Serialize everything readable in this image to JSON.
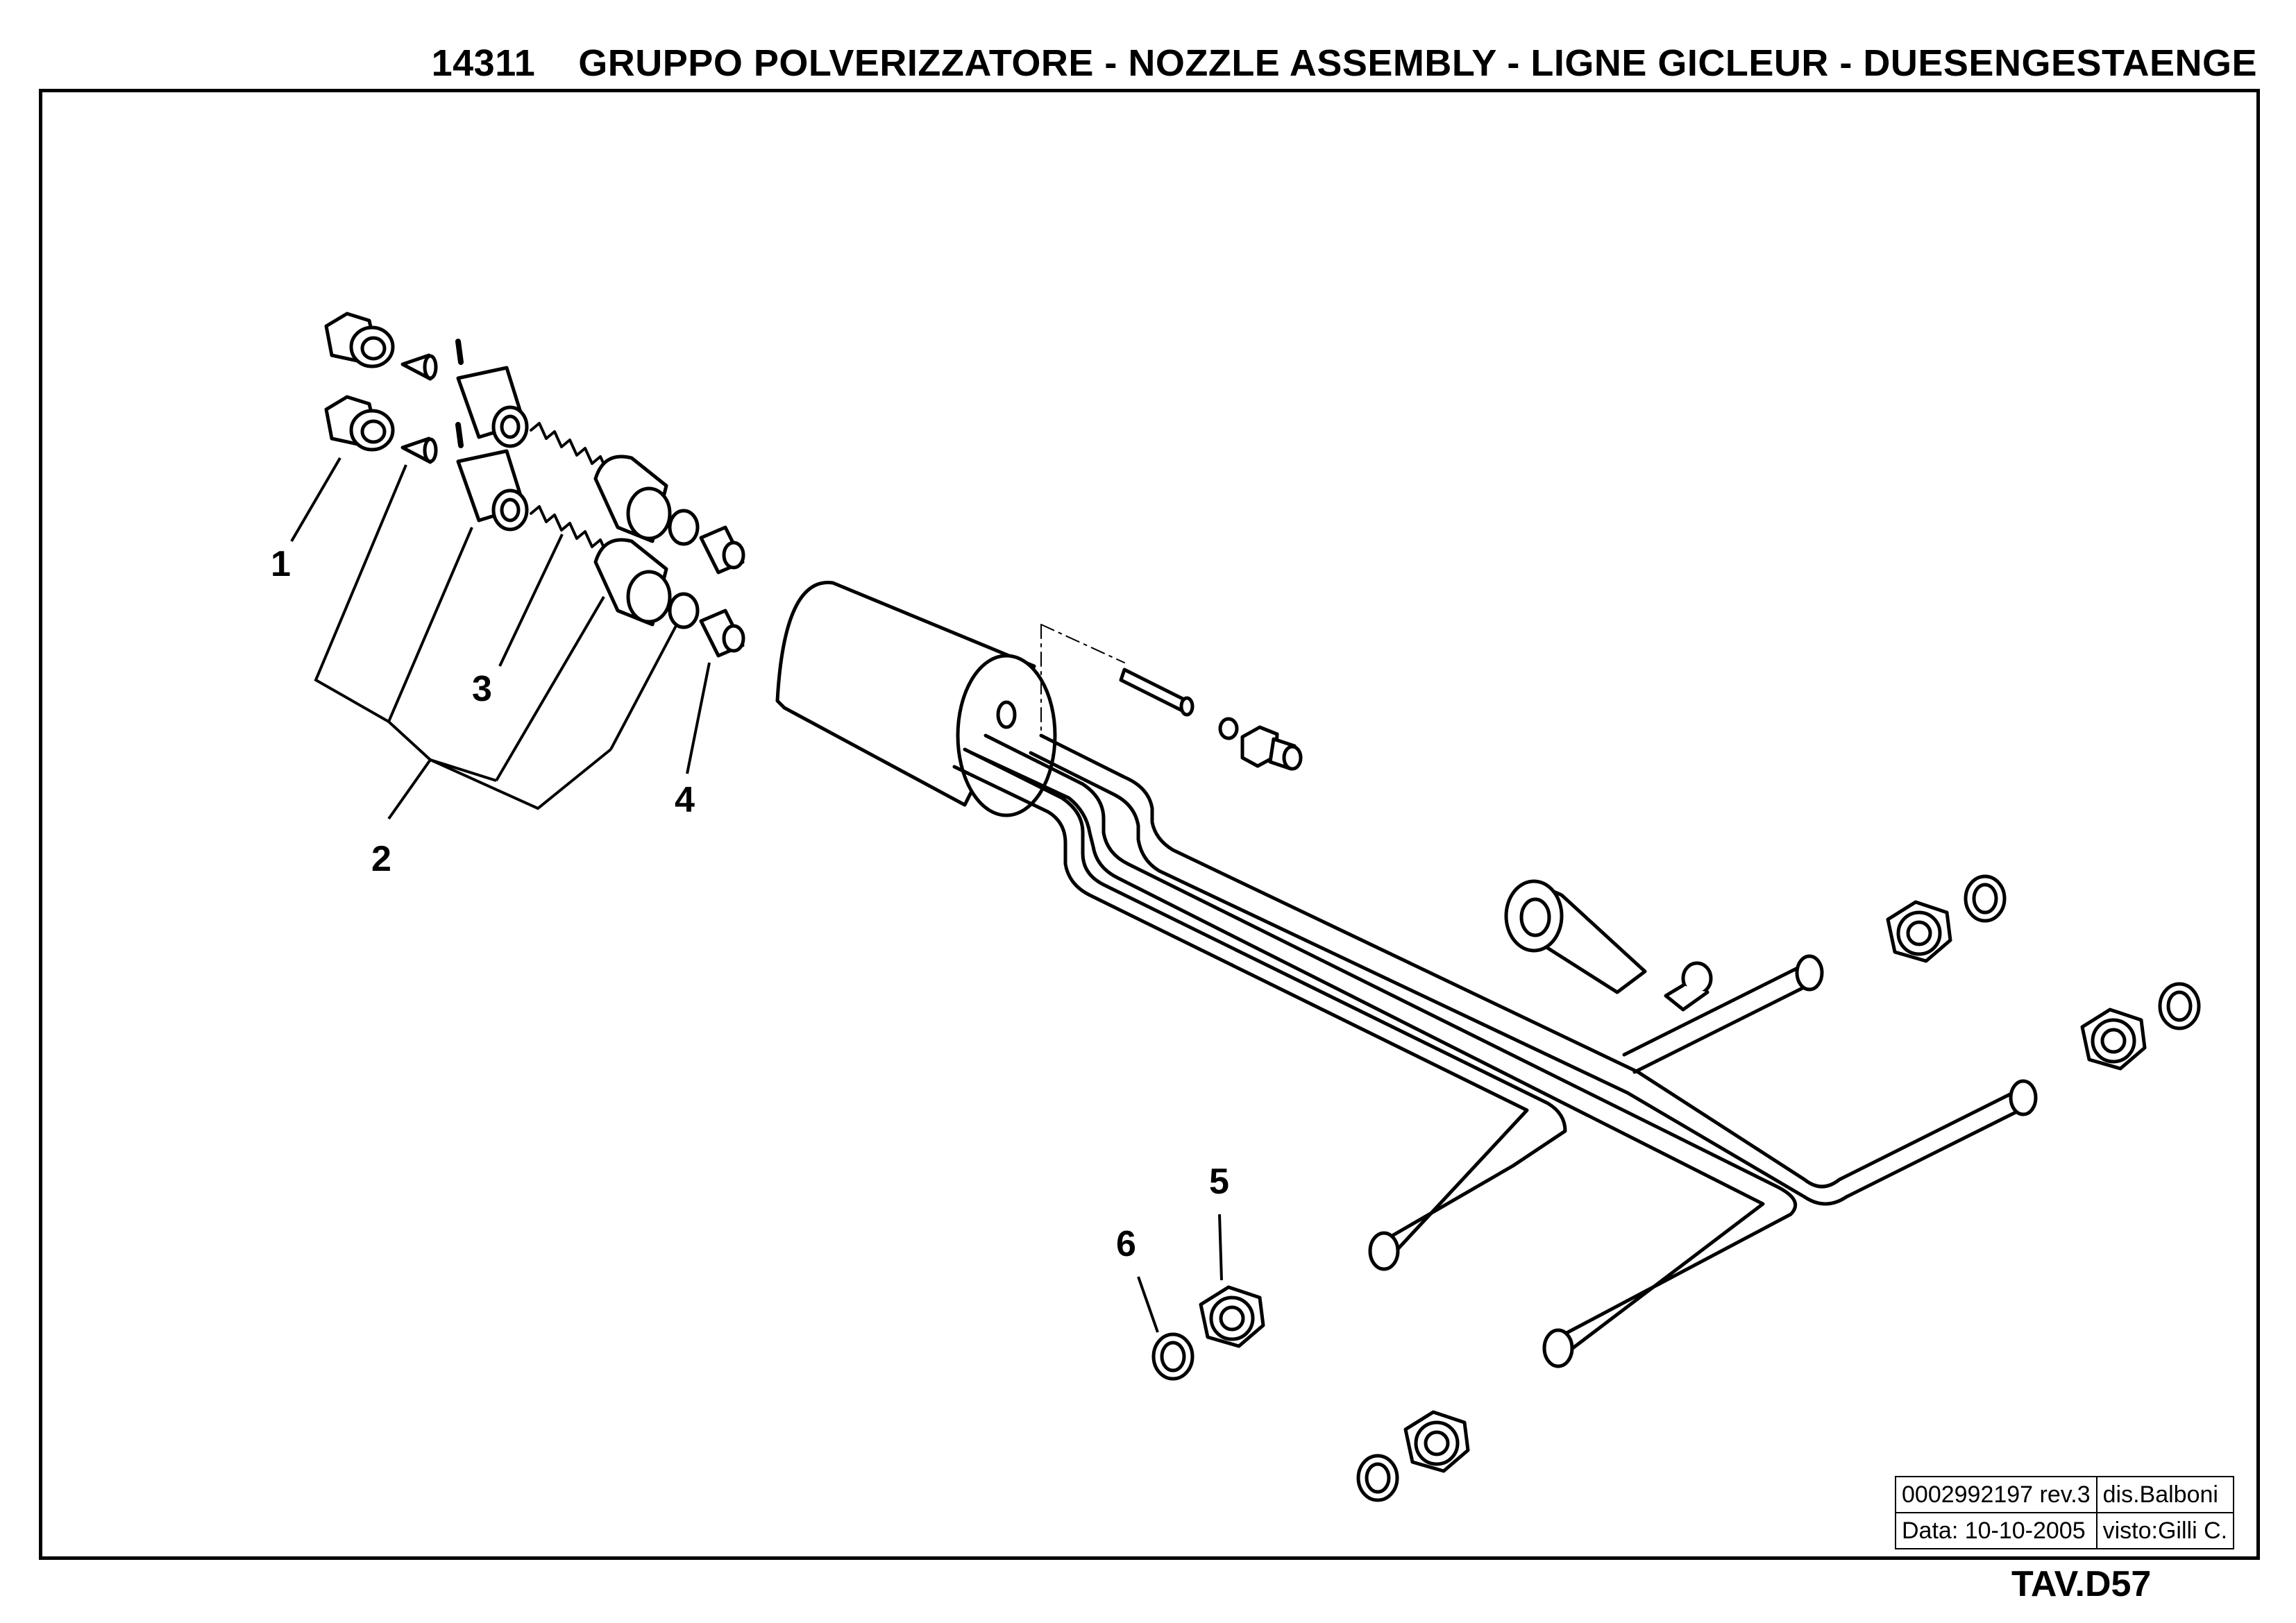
{
  "header": {
    "code": "14311",
    "title": "GRUPPO  POLVERIZZATORE -  NOZZLE ASSEMBLY - LIGNE GICLEUR - DUESENGESTAENGE"
  },
  "callouts": [
    "1",
    "2",
    "3",
    "4",
    "5",
    "6"
  ],
  "title_block": {
    "drawing_number": "0002992197  rev.3",
    "drawn_by": "dis.Balboni",
    "date": "Data:  10-10-2005",
    "checked_by": "visto:Gilli C."
  },
  "sheet": "TAV.D57"
}
